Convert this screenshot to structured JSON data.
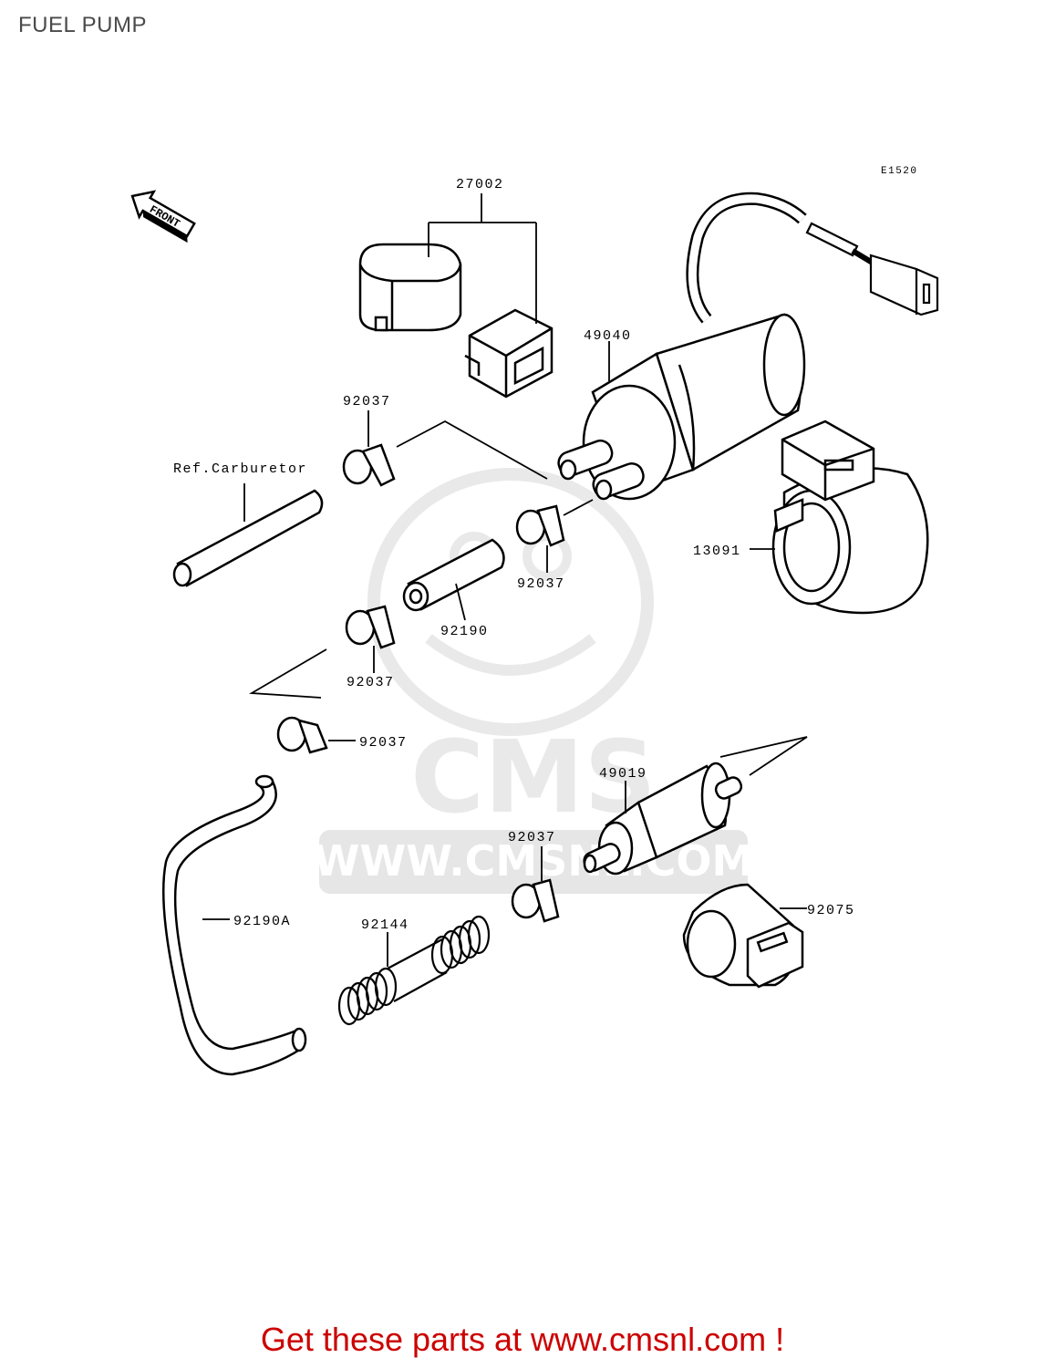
{
  "page": {
    "title": "FUEL PUMP",
    "diagram_code": "E1520"
  },
  "front_marker": "FRONT",
  "callouts": {
    "p27002": "27002",
    "p49040": "49040",
    "p13091": "13091",
    "ref_carburetor": "Ref.Carburetor",
    "p92037_a": "92037",
    "p92037_b": "92037",
    "p92037_c": "92037",
    "p92037_d": "92037",
    "p92037_e": "92037",
    "p92190": "92190",
    "p49019": "49019",
    "p92075": "92075",
    "p92144": "92144",
    "p92190A": "92190A"
  },
  "watermark": {
    "brand": "CMS",
    "url": "WWW.CMSNL.COM"
  },
  "promo": {
    "text": "Get these parts at www.cmsnl.com !",
    "color": "#cc0000"
  }
}
